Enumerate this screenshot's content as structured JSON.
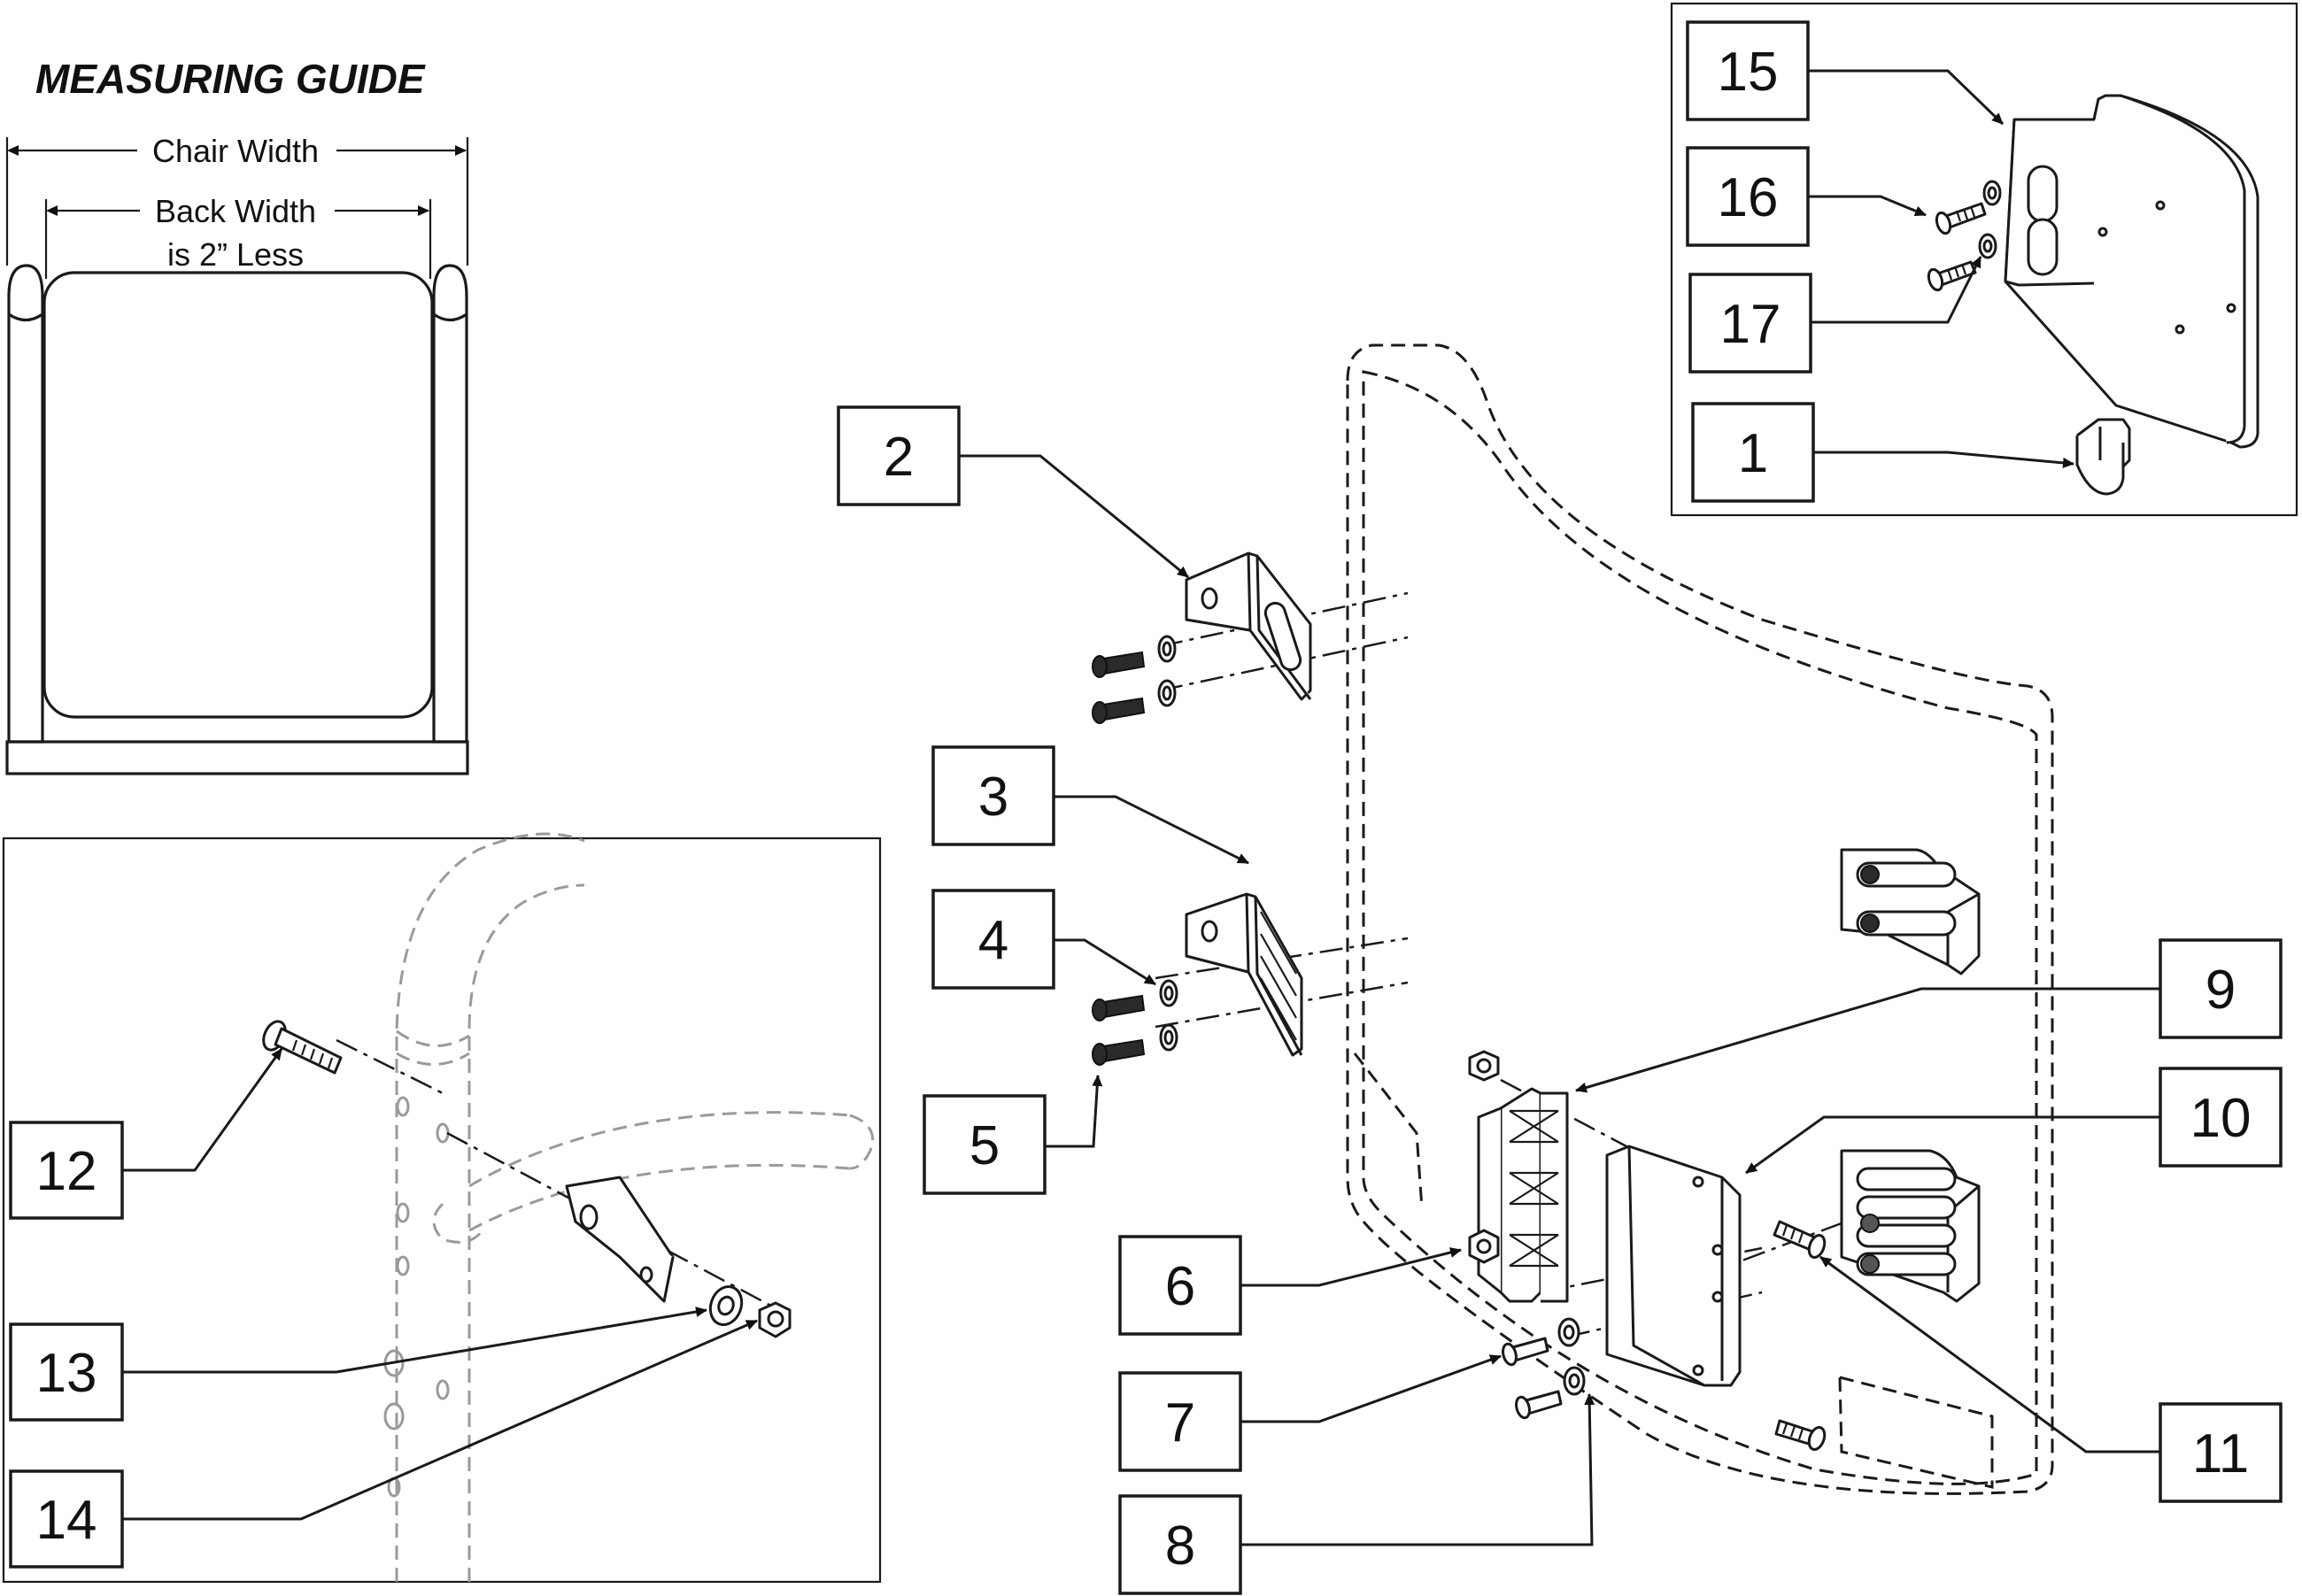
{
  "measuring_guide": {
    "title": "MEASURING GUIDE",
    "chair_width": "Chair Width",
    "back_width_line1": "Back Width",
    "back_width_line2": "is 2” Less"
  },
  "callouts": {
    "c1": "1",
    "c2": "2",
    "c3": "3",
    "c4": "4",
    "c5": "5",
    "c6": "6",
    "c7": "7",
    "c8": "8",
    "c9": "9",
    "c10": "10",
    "c11": "11",
    "c12": "12",
    "c13": "13",
    "c14": "14",
    "c15": "15",
    "c16": "16",
    "c17": "17"
  },
  "icons": [
    "bolt-icon",
    "washer-icon",
    "nut-icon",
    "bracket-icon",
    "clip-icon"
  ]
}
